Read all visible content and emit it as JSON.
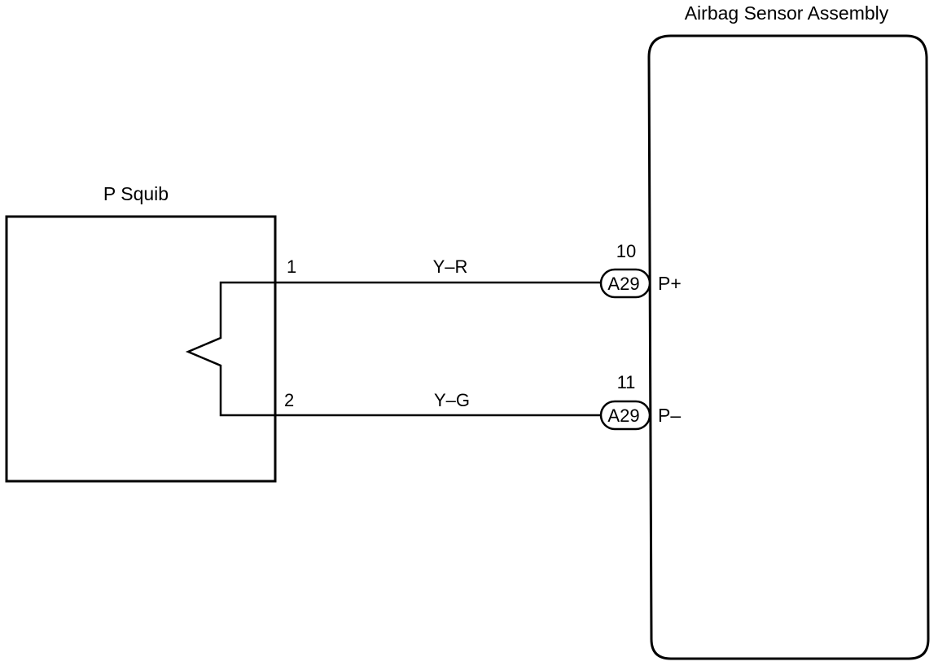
{
  "diagram": {
    "components": {
      "squib": {
        "label": "P Squib"
      },
      "sensor": {
        "label": "Airbag Sensor Assembly"
      }
    },
    "wires": [
      {
        "color_code": "Y–R",
        "squib_pin": "1",
        "sensor_pin": "10",
        "connector": "A29",
        "terminal": "P+"
      },
      {
        "color_code": "Y–G",
        "squib_pin": "2",
        "sensor_pin": "11",
        "connector": "A29",
        "terminal": "P–"
      }
    ],
    "line_color": "#000000",
    "background_color": "#ffffff"
  }
}
